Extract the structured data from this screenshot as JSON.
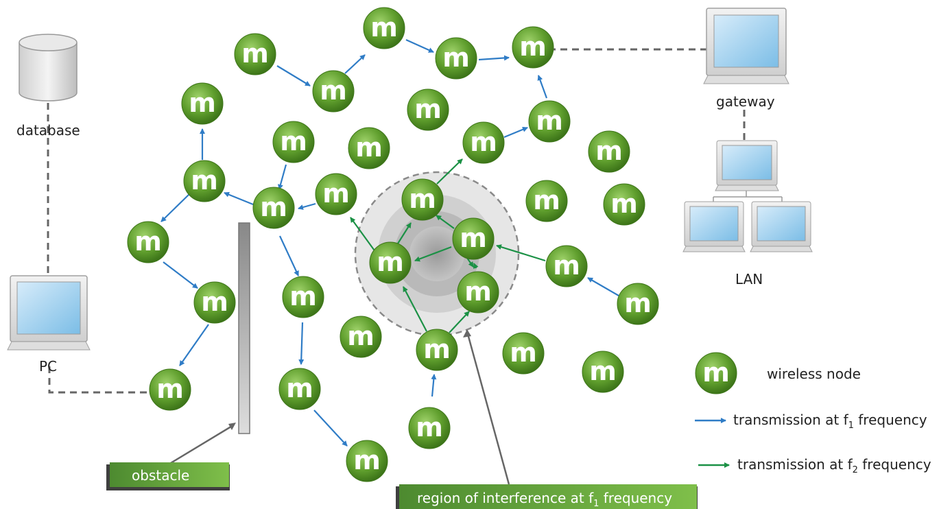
{
  "labels": {
    "database": "database",
    "pc": "PC",
    "gateway": "gateway",
    "lan": "LAN",
    "obstacle": "obstacle",
    "region_pre": "region of interference at f",
    "region_sub": "1",
    "region_post": " frequency"
  },
  "legend": {
    "node_label": "wireless node",
    "f1_pre": "transmission at f",
    "f1_sub": "1",
    "f1_post": " frequency",
    "f2_pre": "transmission at f",
    "f2_sub": "2",
    "f2_post": " frequency"
  },
  "node_glyph": "m",
  "colors": {
    "node": "#5f9e2d",
    "f1_arrow": "#2f7cc6",
    "f2_arrow": "#1b9145",
    "tag": "#5a9a3a",
    "dashed_link": "#666666"
  }
}
